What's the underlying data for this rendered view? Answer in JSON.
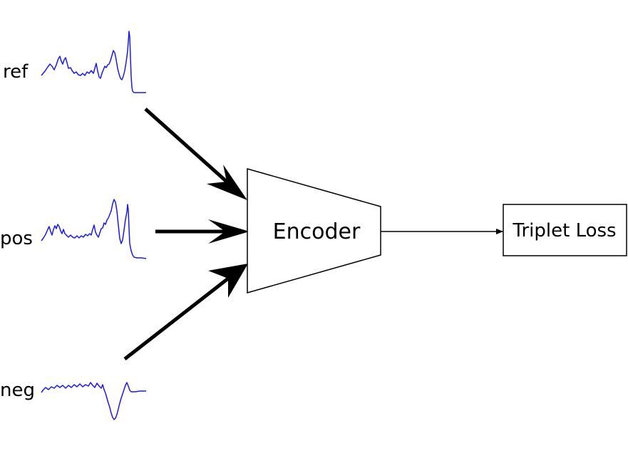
{
  "inputs": [
    {
      "label": "ref"
    },
    {
      "label": "pos"
    },
    {
      "label": "neg"
    }
  ],
  "encoder": {
    "label": "Encoder"
  },
  "loss": {
    "label": "Triplet Loss"
  },
  "colors": {
    "signal": "#1a1ae6",
    "stroke": "#000000",
    "background": "#ffffff"
  }
}
